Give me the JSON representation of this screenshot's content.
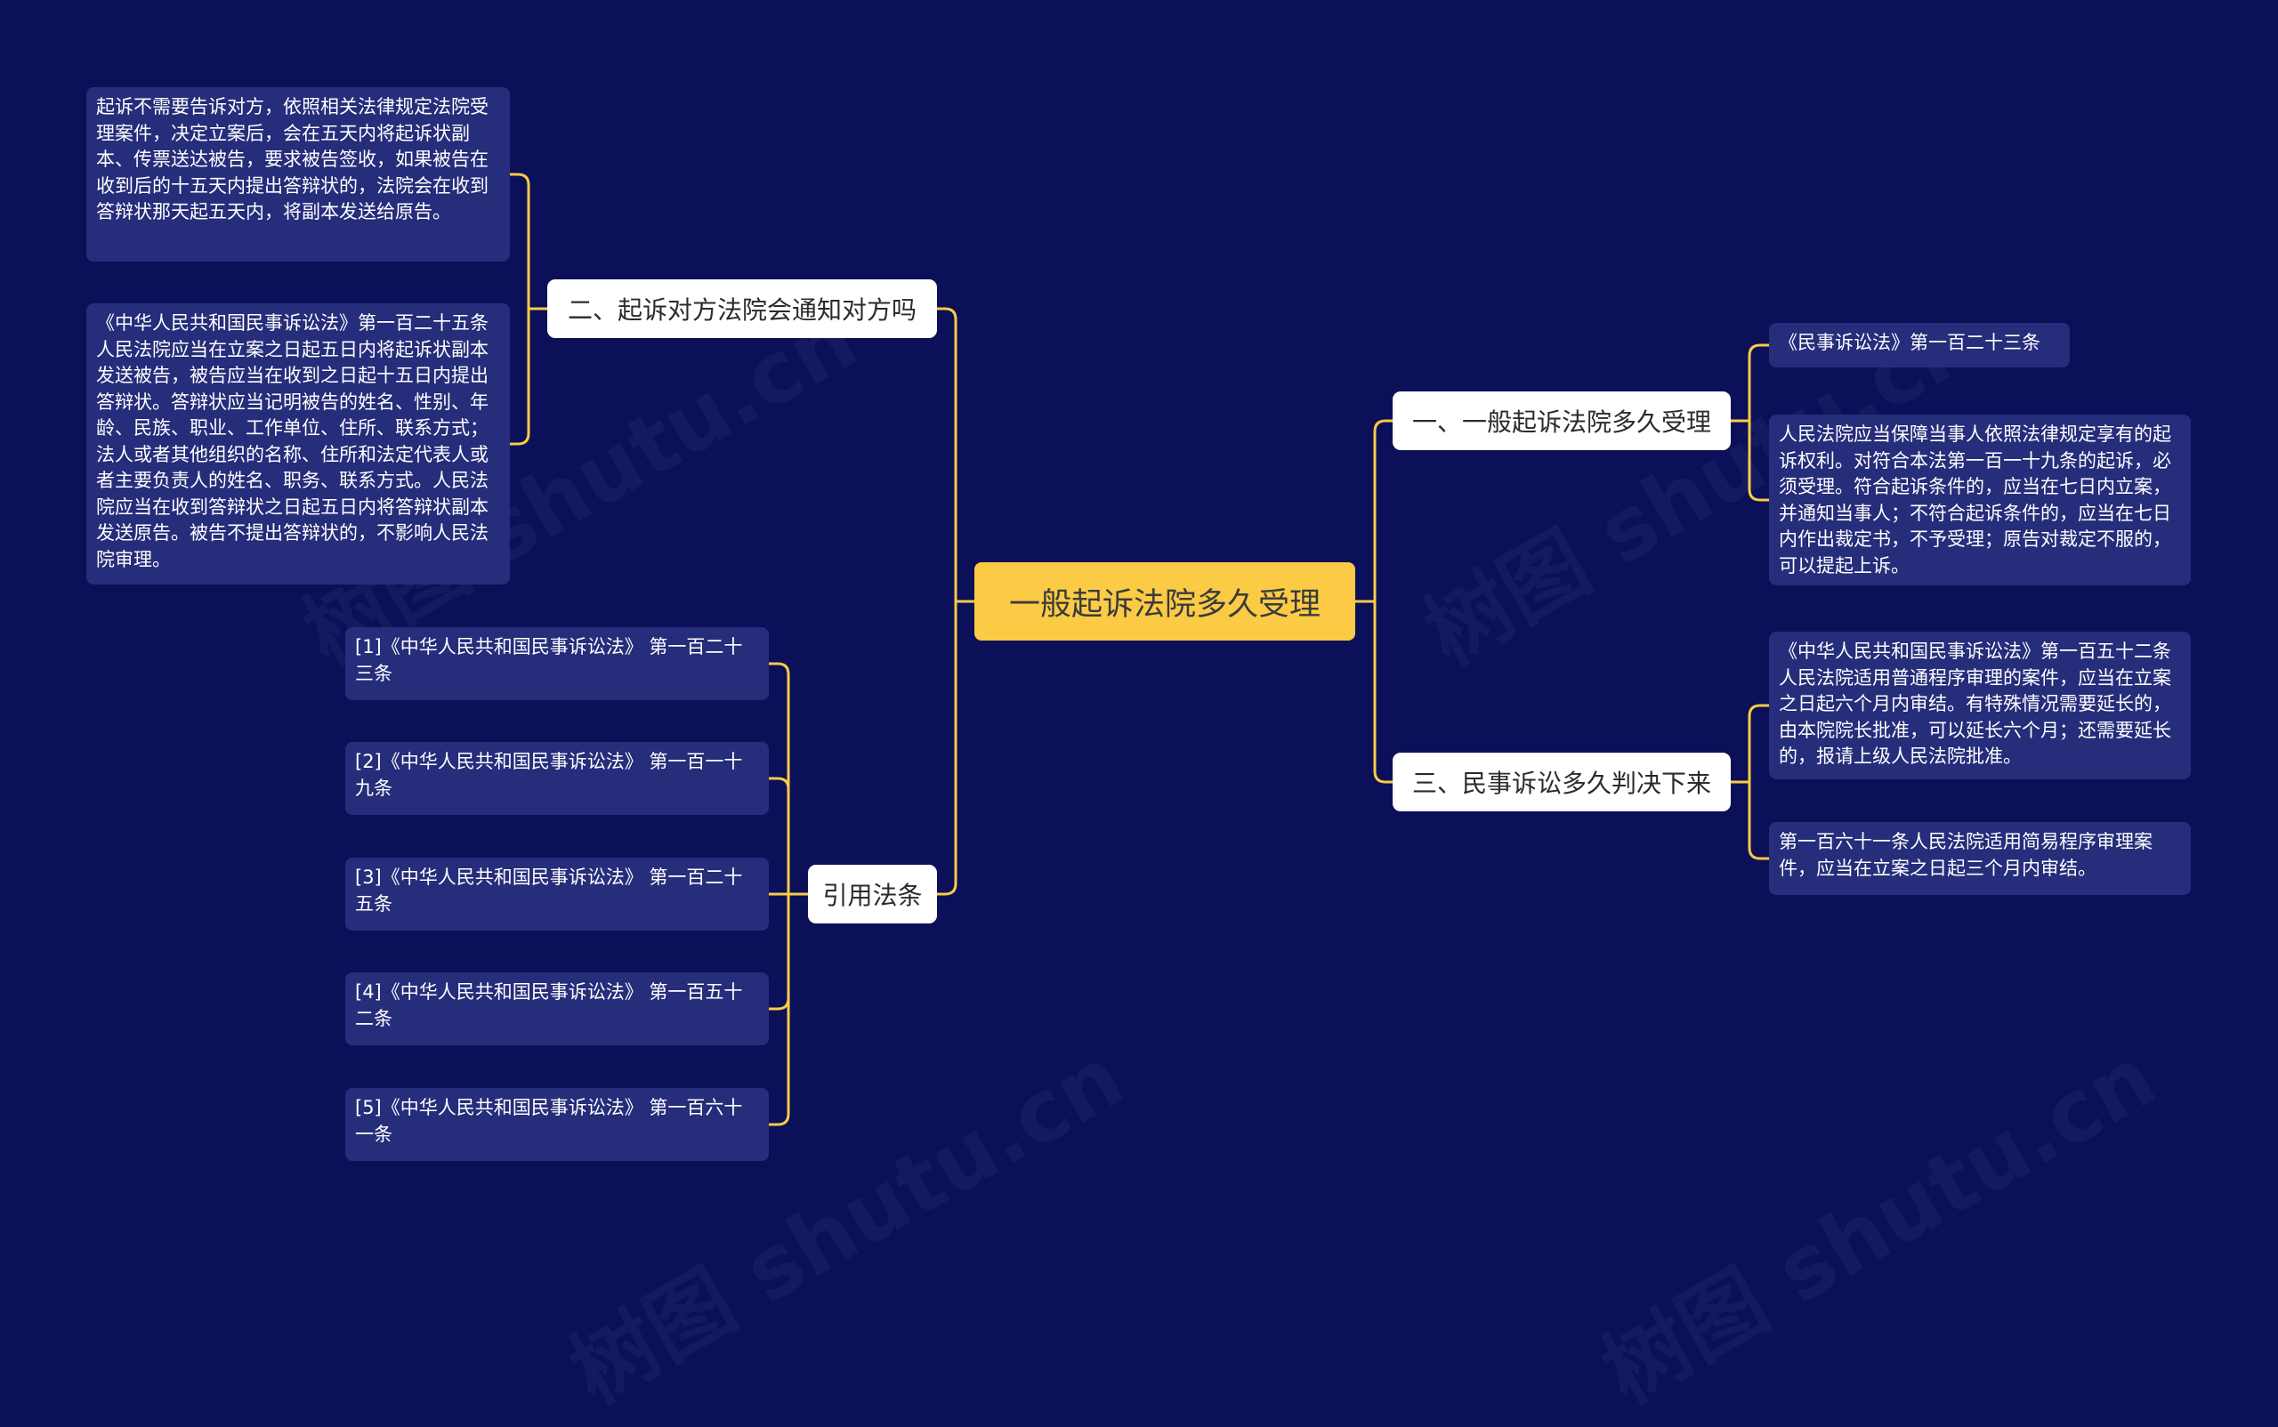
{
  "root": {
    "label": "一般起诉法院多久受理"
  },
  "branches": {
    "b1": {
      "label": "一、一般起诉法院多久受理"
    },
    "b2": {
      "label": "二、起诉对方法院会通知对方吗"
    },
    "b3": {
      "label": "三、民事诉讼多久判决下来"
    },
    "b4": {
      "label": "引用法条"
    }
  },
  "leaves": {
    "b1_0": "《民事诉讼法》第一百二十三条",
    "b1_1": "人民法院应当保障当事人依照法律规定享有的起诉权利。对符合本法第一百一十九条的起诉，必须受理。符合起诉条件的，应当在七日内立案，并通知当事人；不符合起诉条件的，应当在七日内作出裁定书，不予受理；原告对裁定不服的，可以提起上诉。",
    "b2_0": "起诉不需要告诉对方，依照相关法律规定法院受理案件，决定立案后，会在五天内将起诉状副本、传票送达被告，要求被告签收，如果被告在收到后的十五天内提出答辩状的，法院会在收到答辩状那天起五天内，将副本发送给原告。",
    "b2_1": "《中华人民共和国民事诉讼法》第一百二十五条人民法院应当在立案之日起五日内将起诉状副本发送被告，被告应当在收到之日起十五日内提出答辩状。答辩状应当记明被告的姓名、性别、年龄、民族、职业、工作单位、住所、联系方式；法人或者其他组织的名称、住所和法定代表人或者主要负责人的姓名、职务、联系方式。人民法院应当在收到答辩状之日起五日内将答辩状副本发送原告。被告不提出答辩状的，不影响人民法院审理。",
    "b3_0": "《中华人民共和国民事诉讼法》第一百五十二条人民法院适用普通程序审理的案件，应当在立案之日起六个月内审结。有特殊情况需要延长的，由本院院长批准，可以延长六个月；还需要延长的，报请上级人民法院批准。",
    "b3_1": "第一百六十一条人民法院适用简易程序审理案件，应当在立案之日起三个月内审结。",
    "b4_0": "[1]《中华人民共和国民事诉讼法》 第一百二十三条",
    "b4_1": "[2]《中华人民共和国民事诉讼法》 第一百一十九条",
    "b4_2": "[3]《中华人民共和国民事诉讼法》 第一百二十五条",
    "b4_3": "[4]《中华人民共和国民事诉讼法》 第一百五十二条",
    "b4_4": "[5]《中华人民共和国民事诉讼法》 第一百六十一条"
  },
  "colors": {
    "background": "#0b1059",
    "root": "#fbcb45",
    "connector": "#fbcb45",
    "leaf": "#262d7a",
    "branch": "#ffffff"
  }
}
